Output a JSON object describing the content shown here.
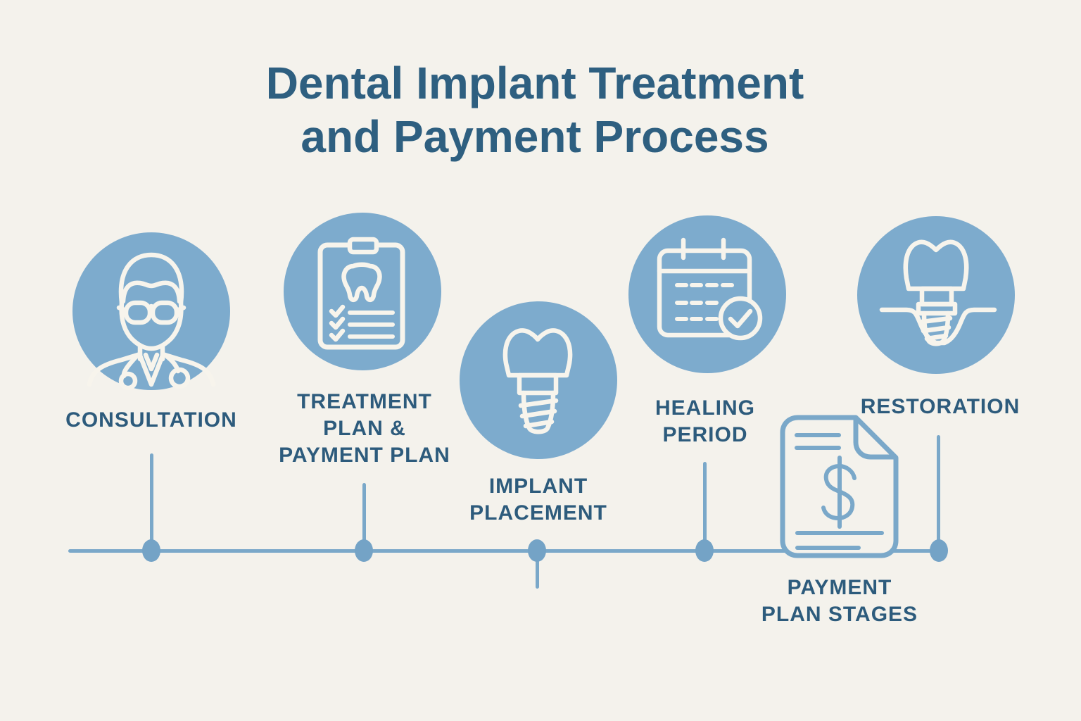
{
  "title": {
    "lines": [
      "Dental Implant Treatment",
      "and Payment Process"
    ]
  },
  "steps": [
    {
      "id": "consultation",
      "icon": "doctor-icon",
      "lines": [
        "CONSULTATION"
      ]
    },
    {
      "id": "treatment-plan",
      "icon": "clipboard-tooth-checklist-icon",
      "lines": [
        "TREATMENT",
        "PLAN &",
        "PAYMENT PLAN"
      ]
    },
    {
      "id": "implant-placement",
      "icon": "dental-implant-icon",
      "lines": [
        "IMPLANT",
        "PLACEMENT"
      ]
    },
    {
      "id": "healing-period",
      "icon": "calendar-check-icon",
      "lines": [
        "HEALING",
        "PERIOD"
      ]
    },
    {
      "id": "restoration",
      "icon": "implant-restoration-icon",
      "lines": [
        "RESTORATION"
      ]
    },
    {
      "id": "payment-plan-stages",
      "icon": "dollar-document-icon",
      "lines": [
        "PAYMENT",
        "PLAN STAGES"
      ]
    }
  ],
  "timeline": {
    "dot_count": 5
  },
  "colors": {
    "background": "#f4f2ec",
    "circle_fill": "#7dabcd",
    "icon_stroke": "#f7f4ec",
    "timeline": "#7aa8c9",
    "timeline_dot": "#74a3c6",
    "text": "#2d5b7c",
    "title_text": "#2e5f80"
  }
}
